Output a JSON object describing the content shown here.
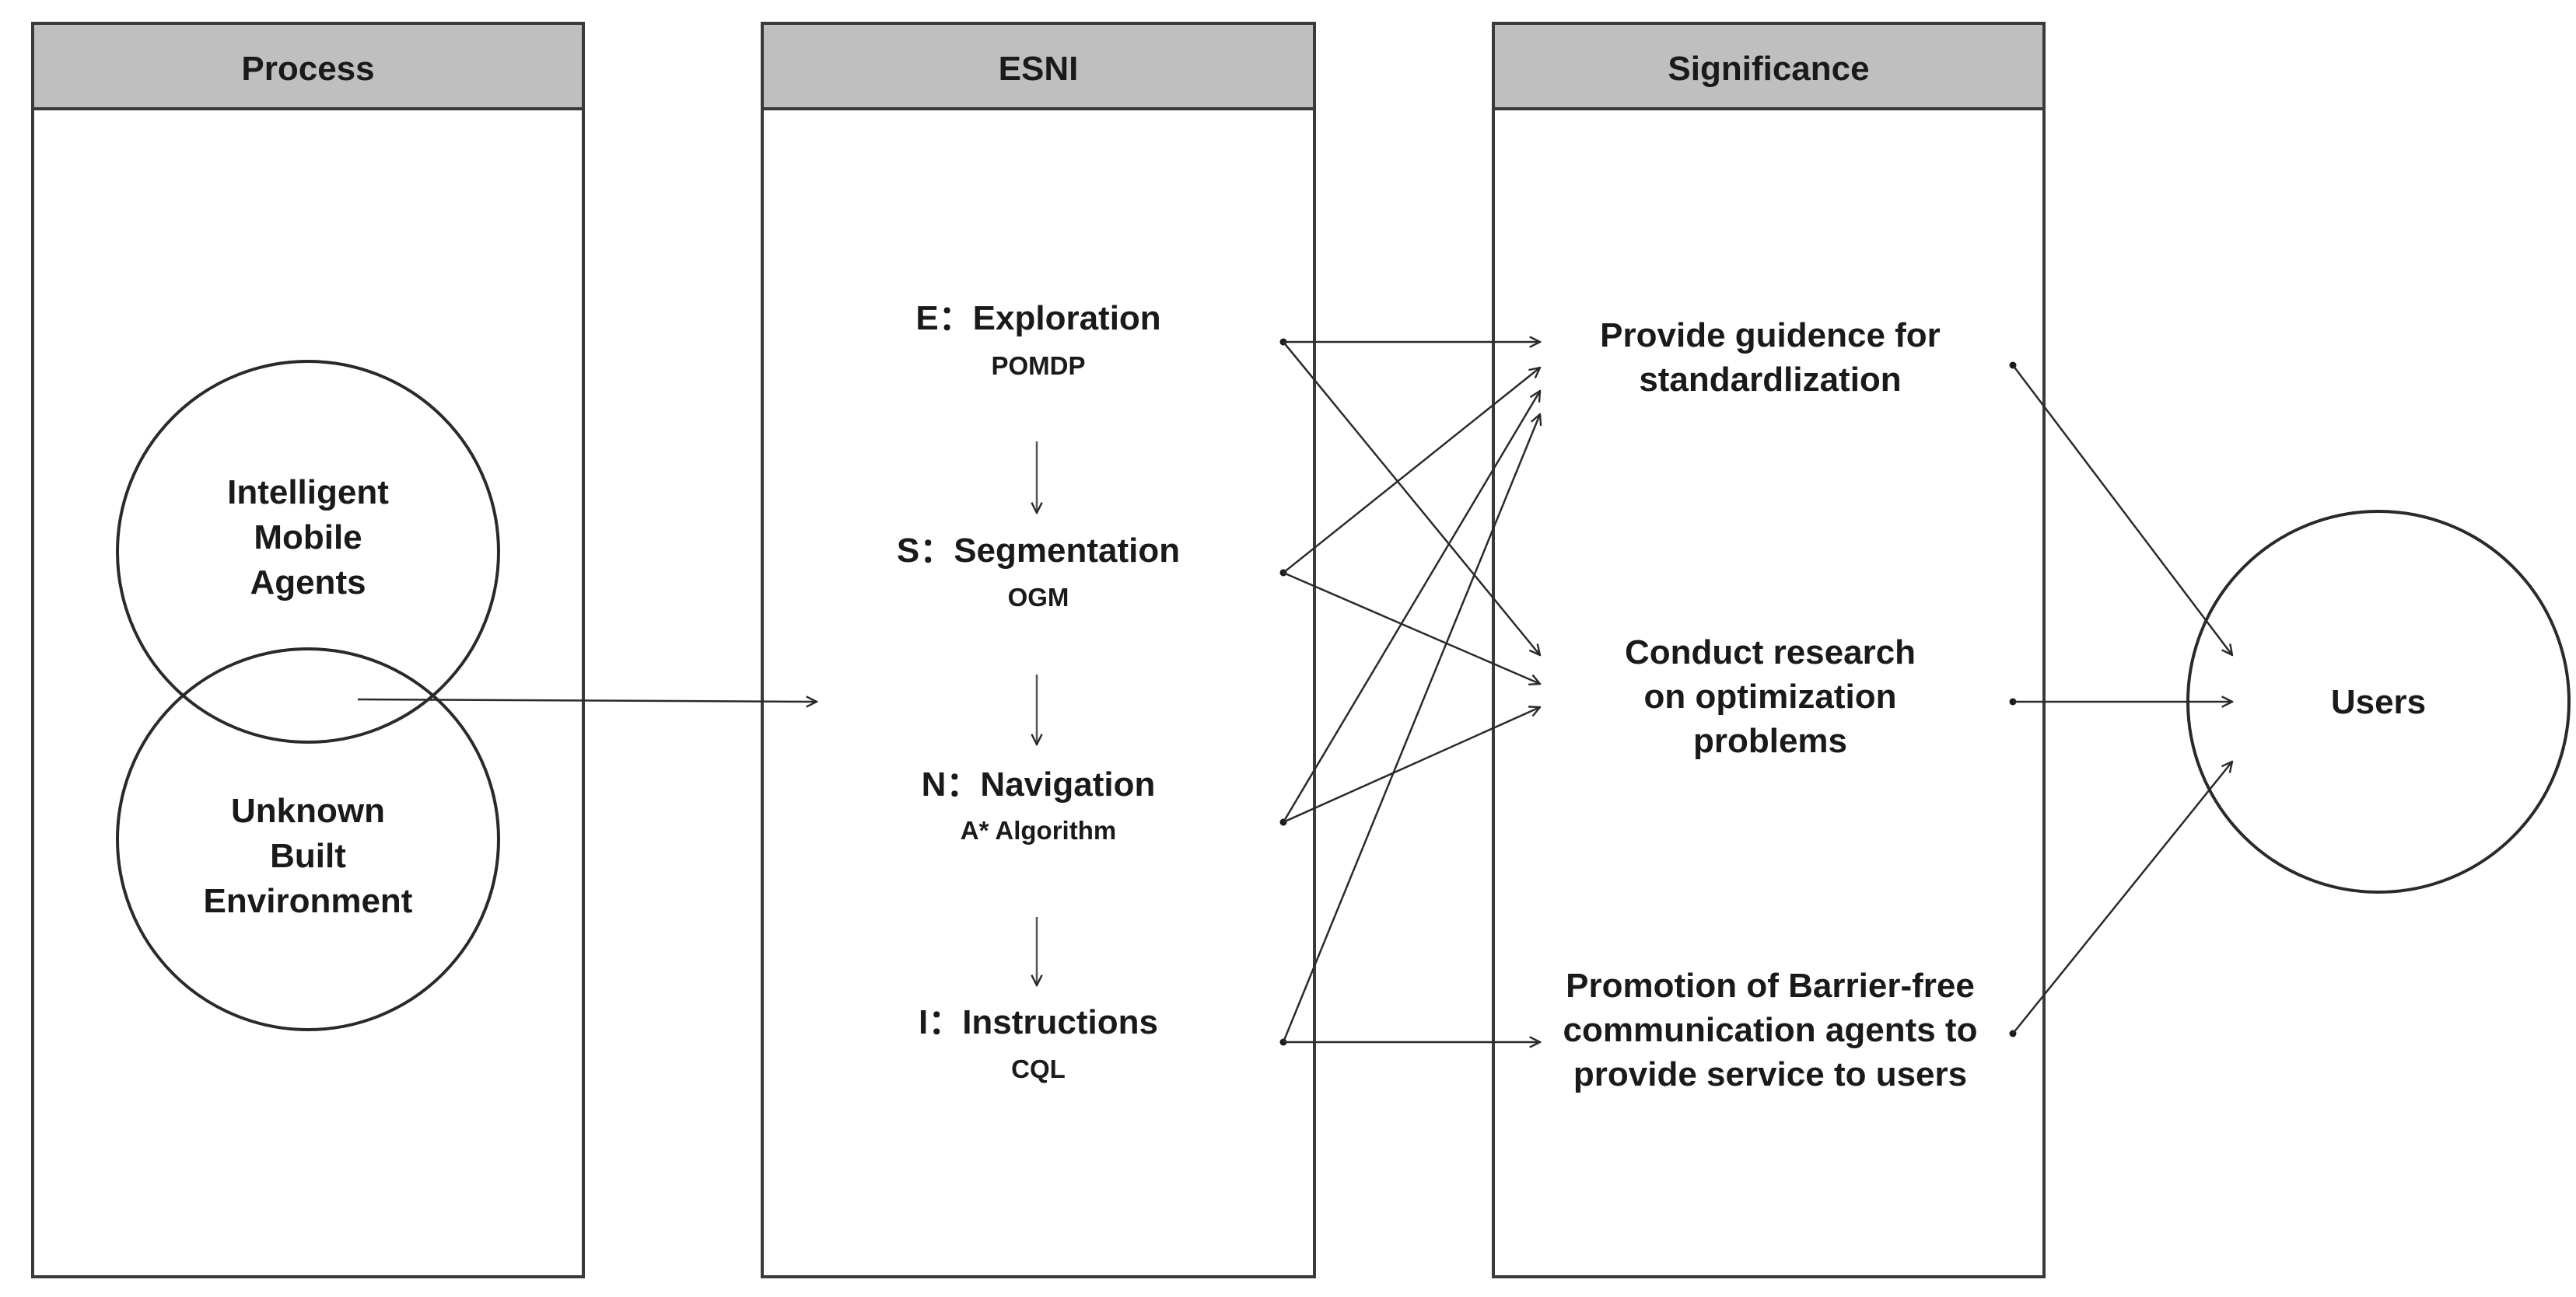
{
  "panels": {
    "process": {
      "title": "Process"
    },
    "esni": {
      "title": "ESNI"
    },
    "significance": {
      "title": "Significance"
    }
  },
  "process": {
    "circle_top": [
      "Intelligent",
      "Mobile",
      "Agents"
    ],
    "circle_bottom": [
      "Unknown",
      "Built",
      "Environment"
    ]
  },
  "esni": {
    "steps": [
      {
        "label": "E：Exploration",
        "method": "POMDP"
      },
      {
        "label": "S：Segmentation",
        "method": "OGM"
      },
      {
        "label": "N：Navigation",
        "method": "A* Algorithm"
      },
      {
        "label": "I：Instructions",
        "method": "CQL"
      }
    ]
  },
  "significance": {
    "items": [
      [
        "Provide guidence for",
        "standardlization"
      ],
      [
        "Conduct research",
        "on optimization",
        "problems"
      ],
      [
        "Promotion of Barrier-free",
        "communication agents to",
        "provide service to users"
      ]
    ]
  },
  "users": {
    "label": "Users"
  },
  "colors": {
    "header_fill": "#bfbfbf",
    "border": "#3a3a3a",
    "line": "#2a2a2a"
  }
}
